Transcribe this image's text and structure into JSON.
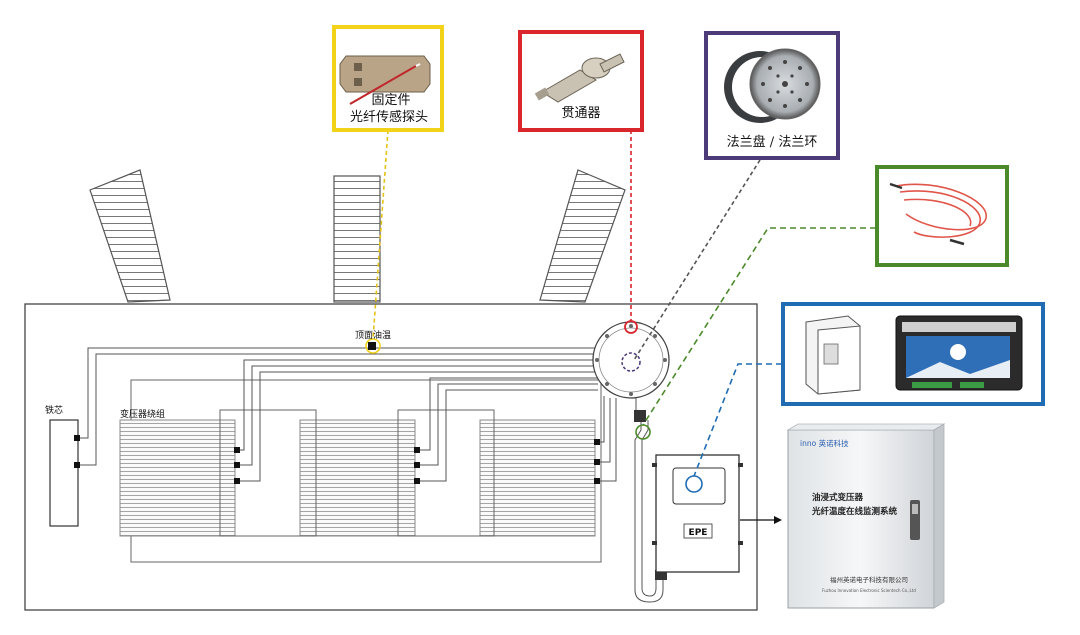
{
  "callouts": {
    "fixture": {
      "line1": "固定件",
      "line2": "光纤传感探头",
      "color": "#f2d31a"
    },
    "feedthrough": {
      "label": "贯通器",
      "color": "#d8262c"
    },
    "flange": {
      "label": "法兰盘 / 法兰环",
      "color": "#4d3a78"
    },
    "fiber": {
      "label": "",
      "color": "#4b8a2a"
    },
    "device": {
      "label": "",
      "color": "#1f6cb3"
    }
  },
  "transformer": {
    "top_oil_label": "顶面油温",
    "core_label": "铁芯",
    "winding_label": "变压器绕组"
  },
  "cabinet": {
    "brand": "inno 英诺科技",
    "title_line1": "油浸式变压器",
    "title_line2": "光纤温度在线监测系统",
    "company_cn": "福州英诺电子科技有限公司",
    "company_en": "Fuzhou Innovation Electronic Scientech Co.,Ltd"
  },
  "junction_box": {
    "plate": "EPE"
  }
}
